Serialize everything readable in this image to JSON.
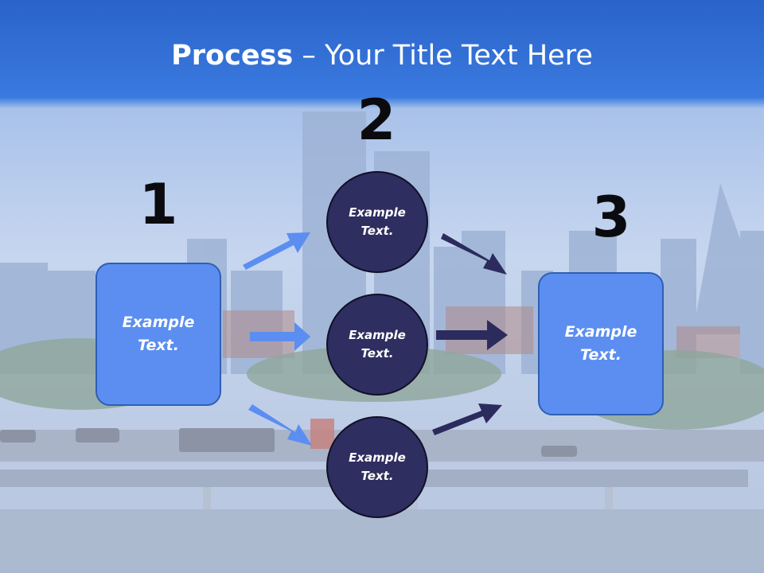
{
  "header": {
    "title_bold": "Process",
    "title_rest": " – Your Title Text Here"
  },
  "steps": {
    "one": "1",
    "two": "2",
    "three": "3"
  },
  "boxes": {
    "left": "Example\nText.",
    "right": "Example\nText."
  },
  "circles": {
    "top": "Example\nText.",
    "middle": "Example\nText.",
    "bottom": "Example\nText."
  },
  "colors": {
    "header_blue": "#2d6fd8",
    "box_blue": "#5b8ef0",
    "circle_navy": "#2e2e60",
    "arrow_light": "#5b8ef0",
    "arrow_dark": "#2b2b5e"
  }
}
